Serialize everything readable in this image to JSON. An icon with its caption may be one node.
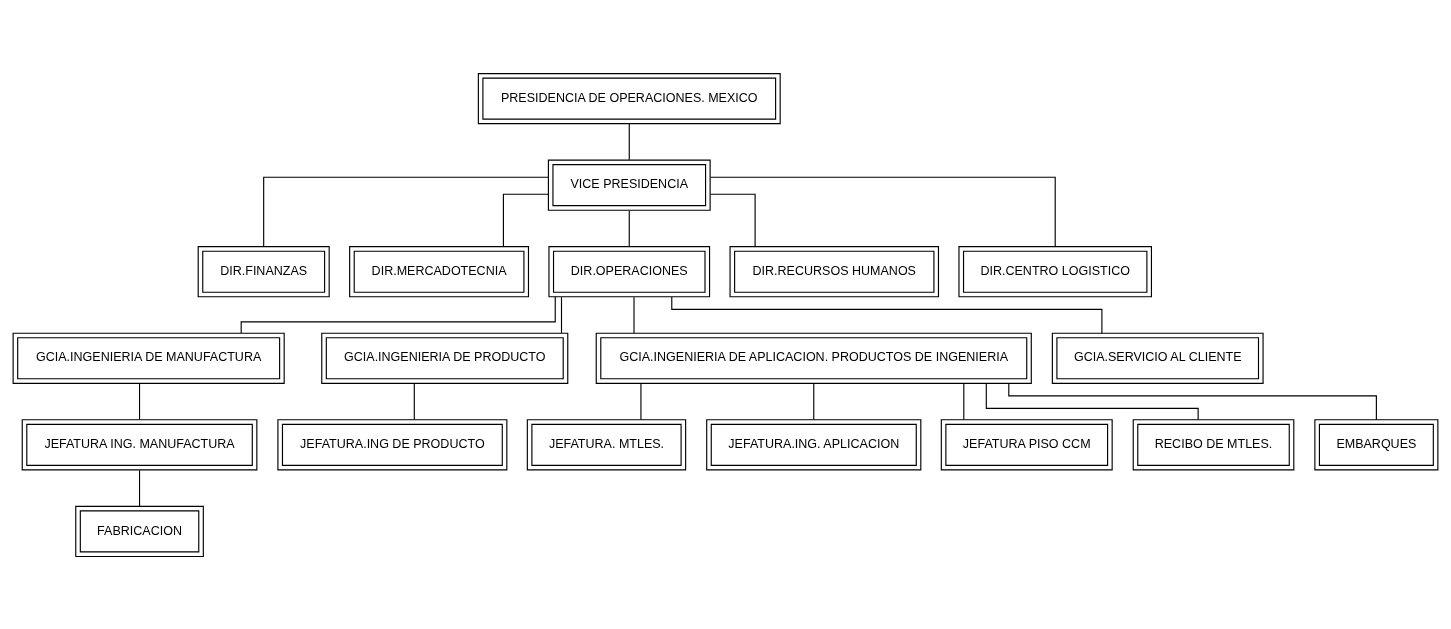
{
  "diagram": {
    "nodes": [
      {
        "text": [
          "PRESIDENCIA DE OPERACIONES. MEXICO"
        ]
      },
      {
        "text": [
          "VICE PRESIDENCIA"
        ]
      },
      {
        "text": [
          "DIR.FINANZAS"
        ]
      },
      {
        "text": [
          "DIR.MERCADOTECNIA"
        ]
      },
      {
        "text": [
          "DIR.OPERACIONES"
        ]
      },
      {
        "text": [
          "DIR.RECURSOS HUMANOS"
        ]
      },
      {
        "text": [
          "DIR.CENTRO LOGISTICO"
        ]
      },
      {
        "text": [
          "GCIA.INGENIERIA DE MANUFACTURA"
        ]
      },
      {
        "text": [
          "GCIA.INGENIERIA DE PRODUCTO"
        ]
      },
      {
        "text": [
          "GCIA.INGENIERIA DE APLICACION. PRODUCTOS DE INGENIERIA"
        ]
      },
      {
        "text": [
          "GCIA.SERVICIO AL CLIENTE"
        ]
      },
      {
        "text": [
          "JEFATURA ING. MANUFACTURA"
        ]
      },
      {
        "text": [
          "JEFATURA.ING DE PRODUCTO"
        ]
      },
      {
        "text": [
          "JEFATURA. MTLES."
        ]
      },
      {
        "text": [
          "JEFATURA.ING. APLICACION"
        ]
      },
      {
        "text": [
          "JEFATURA PISO CCM"
        ]
      },
      {
        "text": [
          "RECIBO DE MTLES."
        ]
      },
      {
        "text": [
          "EMBARQUES"
        ]
      },
      {
        "text": [
          "FABRICACION"
        ]
      }
    ],
    "edges": [
      {
        "from": 0,
        "to": 1,
        "arrow": "none"
      },
      {
        "from": 1,
        "to": 2,
        "arrow": "none"
      },
      {
        "from": 1,
        "to": 3,
        "arrow": "none"
      },
      {
        "from": 1,
        "to": 4,
        "arrow": "none"
      },
      {
        "from": 1,
        "to": 5,
        "arrow": "none"
      },
      {
        "from": 1,
        "to": 6,
        "arrow": "none"
      },
      {
        "from": 4,
        "to": 7,
        "arrow": "none"
      },
      {
        "from": 4,
        "to": 8,
        "arrow": "none"
      },
      {
        "from": 4,
        "to": 9,
        "arrow": "none"
      },
      {
        "from": 4,
        "to": 10,
        "arrow": "none"
      },
      {
        "from": 7,
        "to": 11,
        "arrow": "none"
      },
      {
        "from": 8,
        "to": 12,
        "arrow": "none"
      },
      {
        "from": 9,
        "to": 13,
        "arrow": "none"
      },
      {
        "from": 9,
        "to": 14,
        "arrow": "none"
      },
      {
        "from": 9,
        "to": 15,
        "arrow": "none"
      },
      {
        "from": 9,
        "to": 16,
        "arrow": "none"
      },
      {
        "from": 9,
        "to": 17,
        "arrow": "none"
      },
      {
        "from": 11,
        "to": 18,
        "arrow": "none"
      }
    ]
  }
}
